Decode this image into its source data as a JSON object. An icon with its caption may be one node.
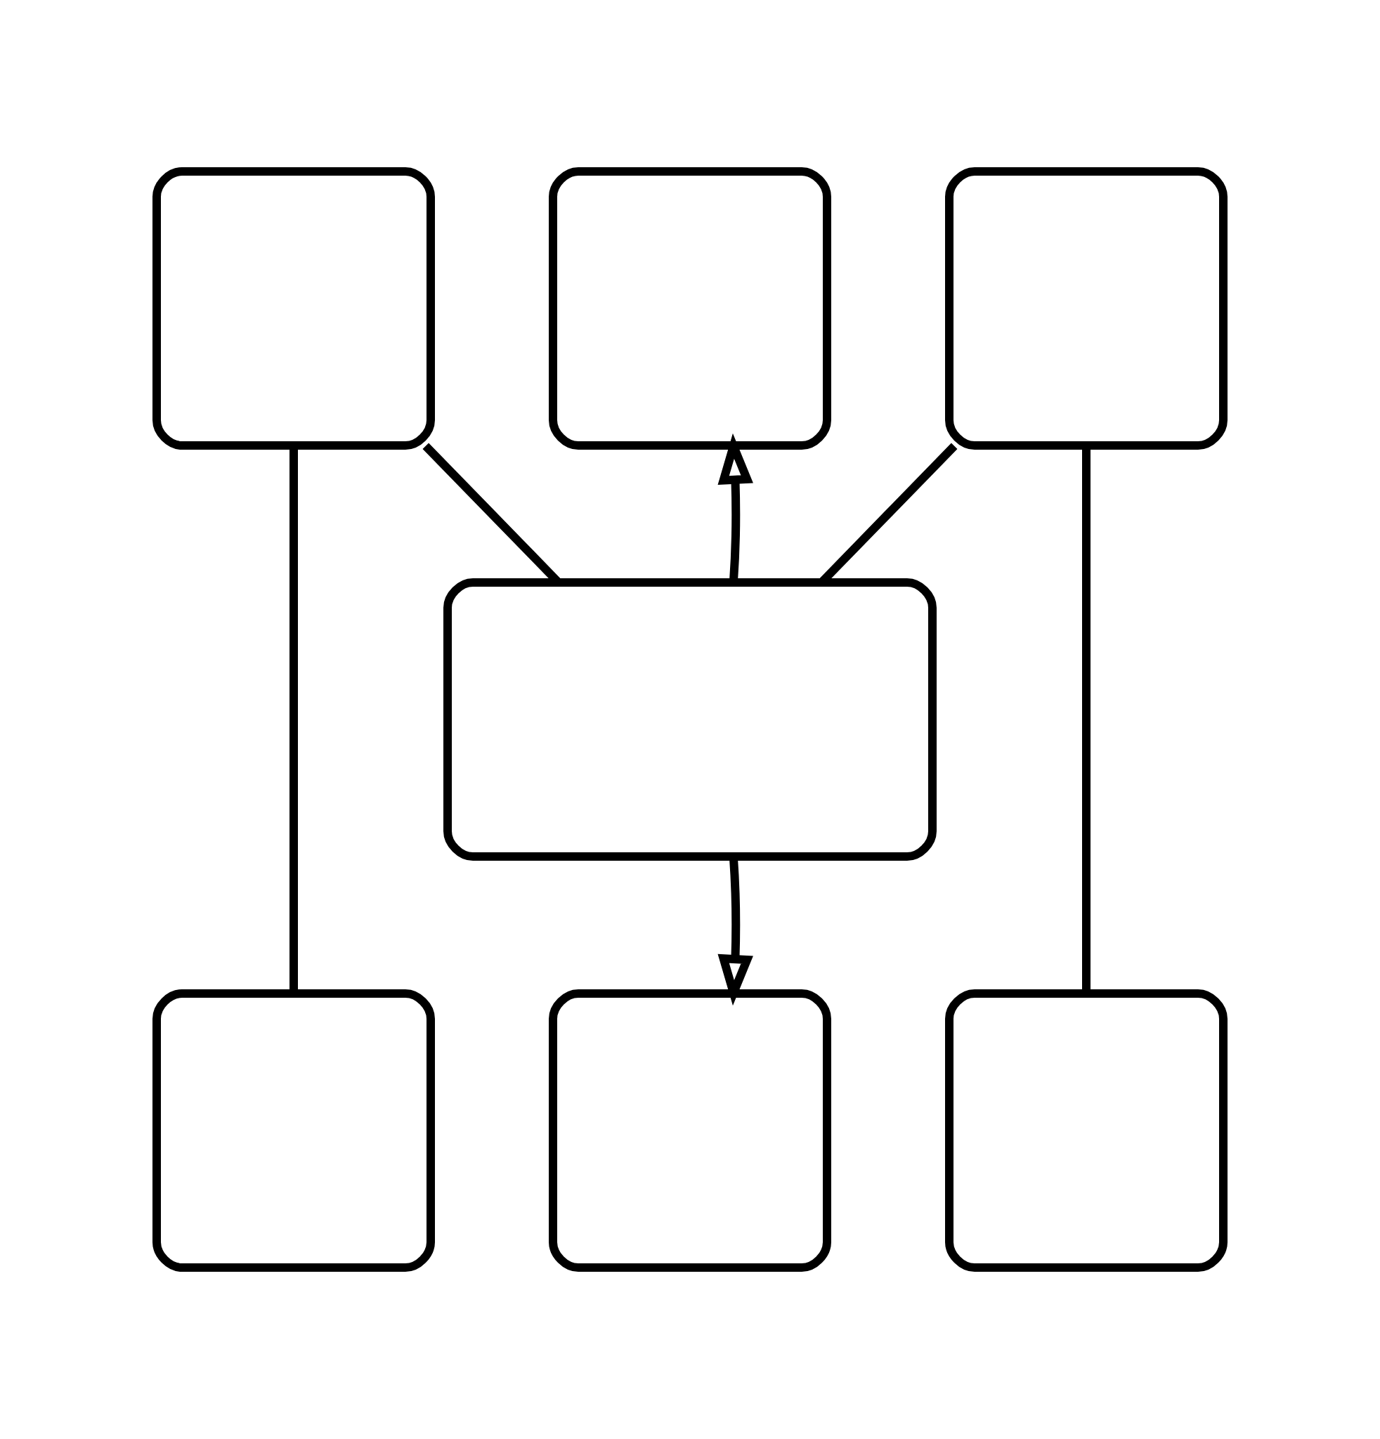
{
  "diagram": {
    "nodes": [
      {
        "text": [],
        "shape": "box"
      },
      {
        "text": [],
        "shape": "box"
      },
      {
        "text": [],
        "shape": "box"
      },
      {
        "text": [],
        "shape": "box"
      },
      {
        "text": [],
        "shape": "box"
      },
      {
        "text": [],
        "shape": "box"
      },
      {
        "text": [],
        "shape": "box"
      }
    ],
    "edges": [
      {
        "from": 0,
        "to": 4,
        "arrow": "none"
      },
      {
        "from": 3,
        "to": 0,
        "arrow": "none"
      },
      {
        "from": 2,
        "to": 6,
        "arrow": "none"
      },
      {
        "from": 3,
        "to": 2,
        "arrow": "none"
      },
      {
        "from": 3,
        "to": 1,
        "arrow": "to"
      },
      {
        "from": 3,
        "to": 5,
        "arrow": "to"
      }
    ]
  }
}
